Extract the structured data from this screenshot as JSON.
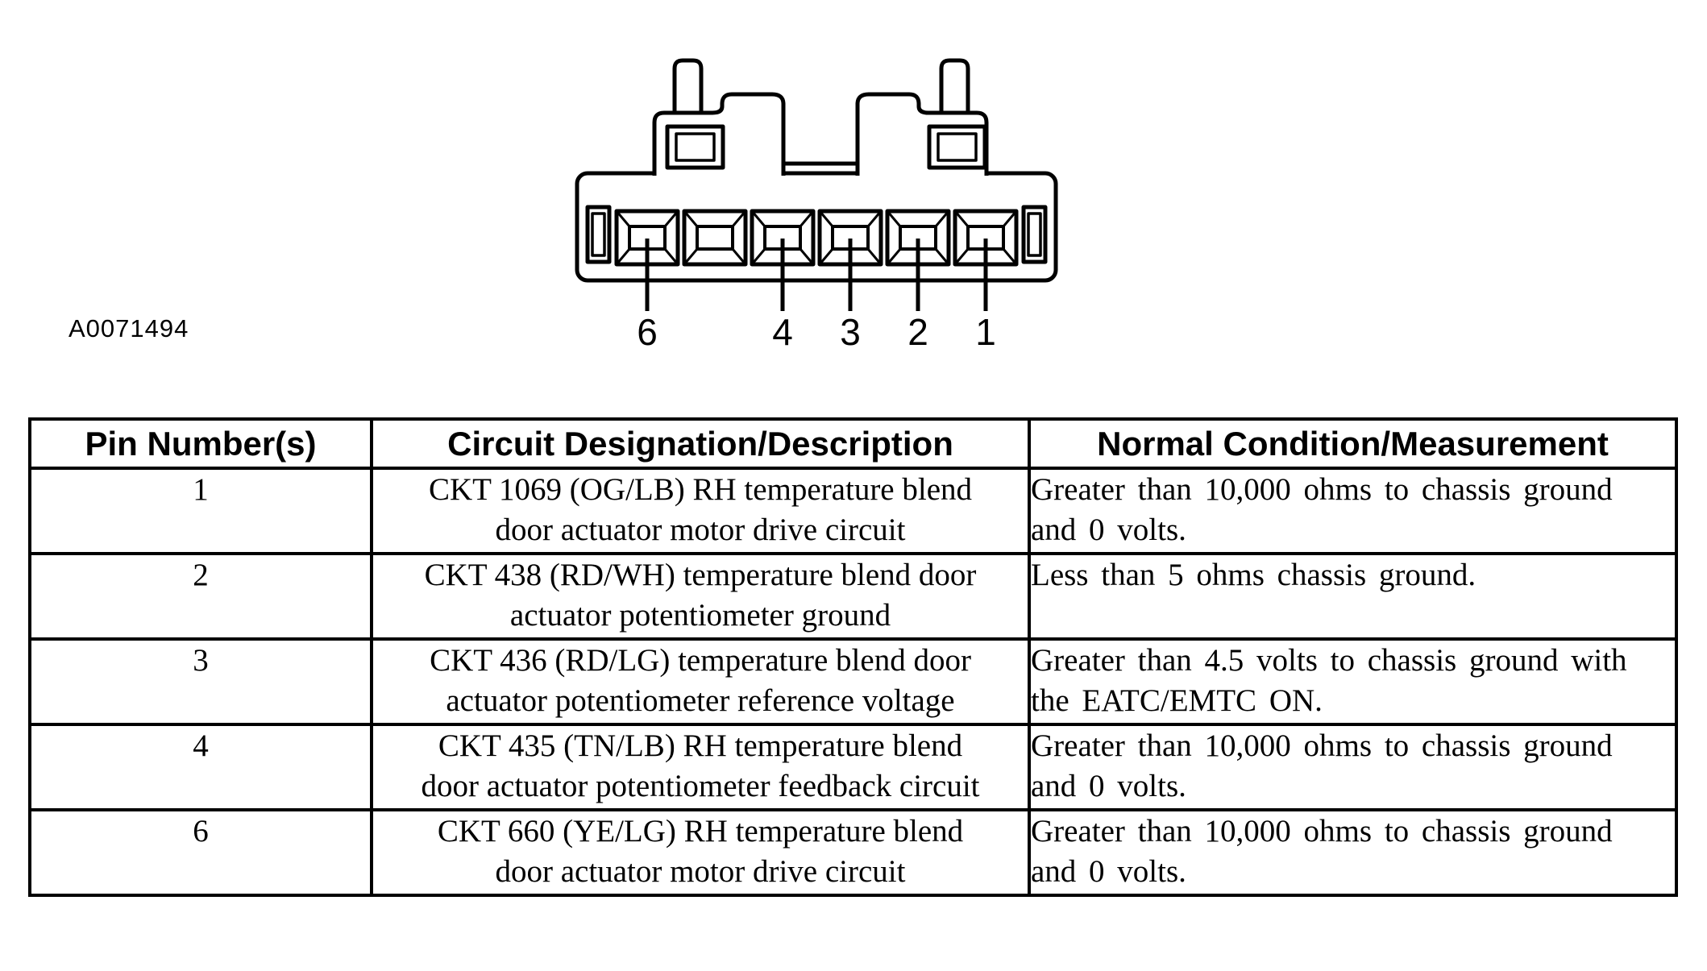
{
  "figure": {
    "id_label": "A0071494",
    "connector_pin_labels": [
      "6",
      "4",
      "3",
      "2",
      "1"
    ],
    "cavity_count": 6
  },
  "table": {
    "headers": {
      "pin": "Pin Number(s)",
      "circuit": "Circuit Designation/Description",
      "condition": "Normal Condition/Measurement"
    },
    "rows": [
      {
        "pin": "1",
        "circuit_lines": [
          "CKT 1069 (OG/LB) RH temperature blend",
          "door actuator motor drive circuit"
        ],
        "condition_lines": [
          "Greater than 10,000 ohms to chassis ground",
          "and 0 volts."
        ]
      },
      {
        "pin": "2",
        "circuit_lines": [
          "CKT 438 (RD/WH) temperature blend door",
          "actuator potentiometer ground"
        ],
        "condition_lines": [
          "Less than 5 ohms chassis ground."
        ]
      },
      {
        "pin": "3",
        "circuit_lines": [
          "CKT 436 (RD/LG) temperature blend door",
          "actuator potentiometer reference voltage"
        ],
        "condition_lines": [
          "Greater than 4.5 volts to chassis ground with",
          "the EATC/EMTC ON."
        ]
      },
      {
        "pin": "4",
        "circuit_lines": [
          "CKT 435 (TN/LB) RH temperature blend",
          "door actuator potentiometer feedback circuit"
        ],
        "condition_lines": [
          "Greater than 10,000 ohms to chassis ground",
          "and 0 volts."
        ]
      },
      {
        "pin": "6",
        "circuit_lines": [
          "CKT 660 (YE/LG) RH temperature blend",
          "door actuator motor drive circuit"
        ],
        "condition_lines": [
          "Greater than 10,000 ohms to chassis ground",
          "and 0 volts."
        ]
      }
    ]
  },
  "colors": {
    "ink": "#000000",
    "paper": "#ffffff"
  }
}
